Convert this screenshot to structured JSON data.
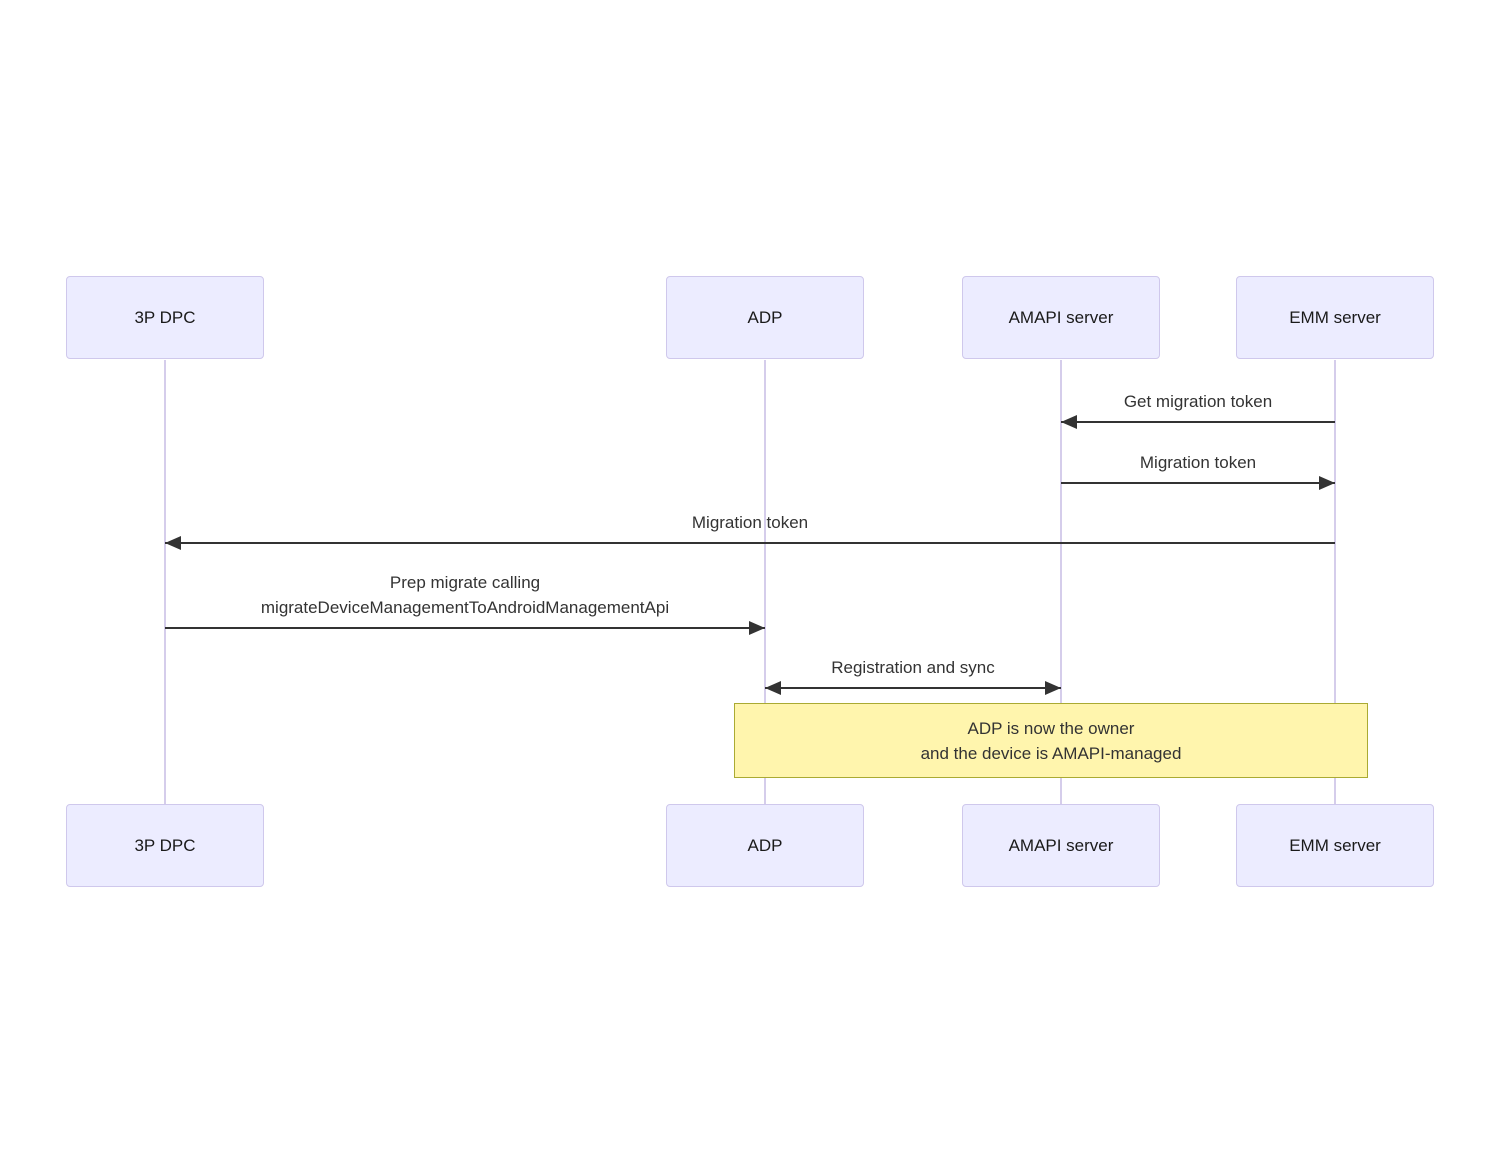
{
  "diagram": {
    "type": "sequence-diagram",
    "actors": [
      {
        "id": "3p-dpc",
        "label": "3P DPC"
      },
      {
        "id": "adp",
        "label": "ADP"
      },
      {
        "id": "amapi-server",
        "label": "AMAPI server"
      },
      {
        "id": "emm-server",
        "label": "EMM server"
      }
    ],
    "messages": [
      {
        "from": "EMM server",
        "to": "AMAPI server",
        "label": "Get migration token",
        "arrow": "left"
      },
      {
        "from": "AMAPI server",
        "to": "EMM server",
        "label": "Migration token",
        "arrow": "right"
      },
      {
        "from": "EMM server",
        "to": "3P DPC",
        "label": "Migration token",
        "arrow": "left"
      },
      {
        "from": "3P DPC",
        "to": "ADP",
        "label_line1": "Prep migrate calling",
        "label_line2": "migrateDeviceManagementToAndroidManagementApi",
        "arrow": "right"
      },
      {
        "from": "ADP",
        "to": "AMAPI server",
        "label": "Registration and sync",
        "arrow": "both"
      }
    ],
    "note": {
      "line1": "ADP is now the owner",
      "line2": "and the device is AMAPI-managed"
    },
    "colors": {
      "actor_fill": "#ECECFF",
      "actor_border": "#CFC8EC",
      "lifeline": "#D5CDEB",
      "arrow": "#333333",
      "text": "#333333",
      "note_fill": "#FFF5AD",
      "note_border": "#AAAA33",
      "background": "#FFFFFF"
    }
  }
}
